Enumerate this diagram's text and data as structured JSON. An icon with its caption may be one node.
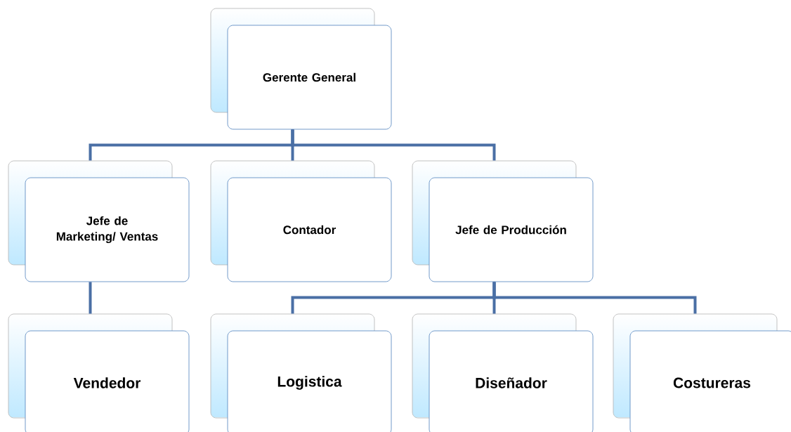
{
  "diagram": {
    "nodes": [
      {
        "text": [
          "Gerente General"
        ]
      },
      {
        "text": [
          "Jefe de Marketing/ Ventas"
        ]
      },
      {
        "text": [
          "Contador"
        ]
      },
      {
        "text": [
          "Jefe de Producción"
        ]
      },
      {
        "text": [
          "Vendedor"
        ]
      },
      {
        "text": [
          "Logistica"
        ]
      },
      {
        "text": [
          "Diseñador"
        ]
      },
      {
        "text": [
          "Costureras"
        ]
      }
    ],
    "edges": [
      {
        "from": 0,
        "to": 1,
        "arrow": "none"
      },
      {
        "from": 0,
        "to": 2,
        "arrow": "none"
      },
      {
        "from": 0,
        "to": 3,
        "arrow": "none"
      },
      {
        "from": 1,
        "to": 4,
        "arrow": "none"
      },
      {
        "from": 3,
        "to": 5,
        "arrow": "none"
      },
      {
        "from": 3,
        "to": 6,
        "arrow": "none"
      },
      {
        "from": 3,
        "to": 7,
        "arrow": "none"
      }
    ]
  }
}
